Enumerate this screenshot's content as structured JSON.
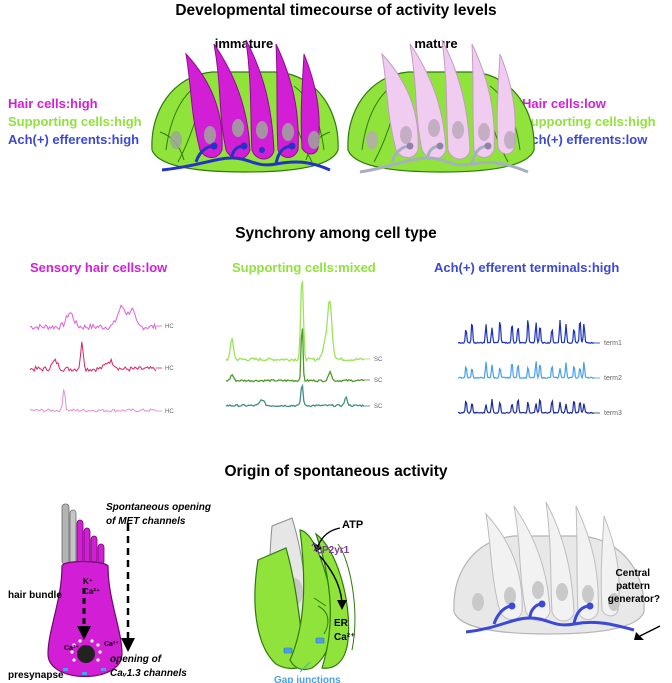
{
  "panel1": {
    "title": "Developmental timecourse of activity levels",
    "immature": {
      "label": "immature",
      "hair": "Hair cells:high",
      "support": "Supporting cells:high",
      "efferent": "Ach(+) efferents:high"
    },
    "mature": {
      "label": "mature",
      "hair": "Hair cells:low",
      "support": "Supporting cells:high",
      "efferent": "Ach(+) efferents:low"
    }
  },
  "panel2": {
    "title": "Synchrony among cell type",
    "hair_heading": "Sensory hair cells:low",
    "support_heading": "Supporting cells:mixed",
    "efferent_heading": "Ach(+) efferent terminals:high",
    "hc_labels": [
      "HC",
      "HC",
      "HC"
    ],
    "sc_labels": [
      "SC",
      "SC",
      "SC"
    ],
    "term_labels": [
      "term1",
      "term2",
      "term3"
    ]
  },
  "panel3": {
    "title": "Origin of spontaneous activity",
    "hair_bundle": "hair bundle",
    "met_line1": "Spontaneous opening",
    "met_line2": "of MET channels",
    "k_ion": "K⁺",
    "ca_ion": "Ca²⁺",
    "ca_left": "Ca²⁺",
    "ca_right": "Ca²⁺",
    "presynapse": "presynapse",
    "cav_line1": "opening of",
    "cav_line2": "Caᵥ1.3 channels",
    "atp": "ATP",
    "p2yr1": "P2yr1",
    "er": "ER",
    "er_ca": "Ca²⁺",
    "gap": "Gap junctions",
    "cpg_line1": "Central",
    "cpg_line2": "pattern",
    "cpg_line3": "generator?"
  },
  "colors": {
    "hair_active": "#d21fd6",
    "support": "#8fe33a",
    "efferent": "#3b49d6",
    "hair_mature": "#f0cdf0",
    "grey_cell": "#d9d9d9",
    "hc_traces": [
      "#e05ce0",
      "#d8245e",
      "#e58fd2"
    ],
    "sc_traces": [
      "#9be35a",
      "#4f9a2a",
      "#3f8f86"
    ],
    "term_traces": [
      "#1c33b8",
      "#4aa0e8",
      "#1c2e9a"
    ]
  }
}
